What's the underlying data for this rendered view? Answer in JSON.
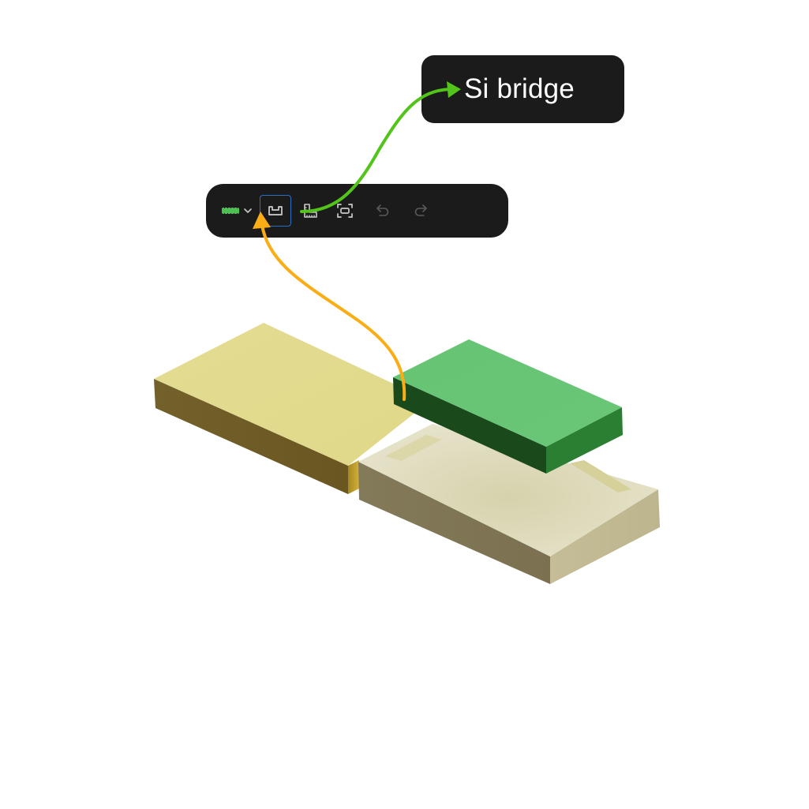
{
  "canvas": {
    "background": "#ffffff"
  },
  "toolbar": {
    "background": "#1b1b1b",
    "items": [
      {
        "id": "material-select",
        "icon": "green-chip-swatch-icon",
        "has_dropdown": true,
        "swatch_color": "#4cc050"
      },
      {
        "id": "tray-tool",
        "icon": "tray-icon",
        "active": true,
        "active_border": "#2a6fc2"
      },
      {
        "id": "measure-tool",
        "icon": "ruler-square-icon"
      },
      {
        "id": "frame-tool",
        "icon": "focus-frame-icon"
      },
      {
        "id": "undo",
        "icon": "undo-icon",
        "enabled": false
      },
      {
        "id": "redo",
        "icon": "redo-icon",
        "enabled": false
      }
    ]
  },
  "callout": {
    "label": "Si bridge",
    "background": "#1b1b1b",
    "text_color": "#ffffff"
  },
  "annotations": [
    {
      "id": "green-arrow",
      "color": "#52c41a",
      "from": "measure-tool",
      "to": "callout",
      "meaning": "points to Si bridge label"
    },
    {
      "id": "orange-arrow",
      "color": "#faad14",
      "from": "green-block",
      "to": "tray-tool"
    }
  ],
  "scene": {
    "objects": [
      {
        "id": "gold-substrate",
        "name": "gold block",
        "top_color": "#e2dc90",
        "front_color": "#6e5a22",
        "side_color": "#b8962a"
      },
      {
        "id": "beige-tray",
        "name": "beige tray",
        "top_color": "#e4e1c7",
        "front_color": "#7f7556",
        "side_color": "#c0b992",
        "groove_color": "#d8d3a4"
      },
      {
        "id": "green-block",
        "name": "Si bridge",
        "top_color": "#67c575",
        "front_color": "#1a4a1c",
        "side_color": "#2b7f33"
      }
    ]
  }
}
